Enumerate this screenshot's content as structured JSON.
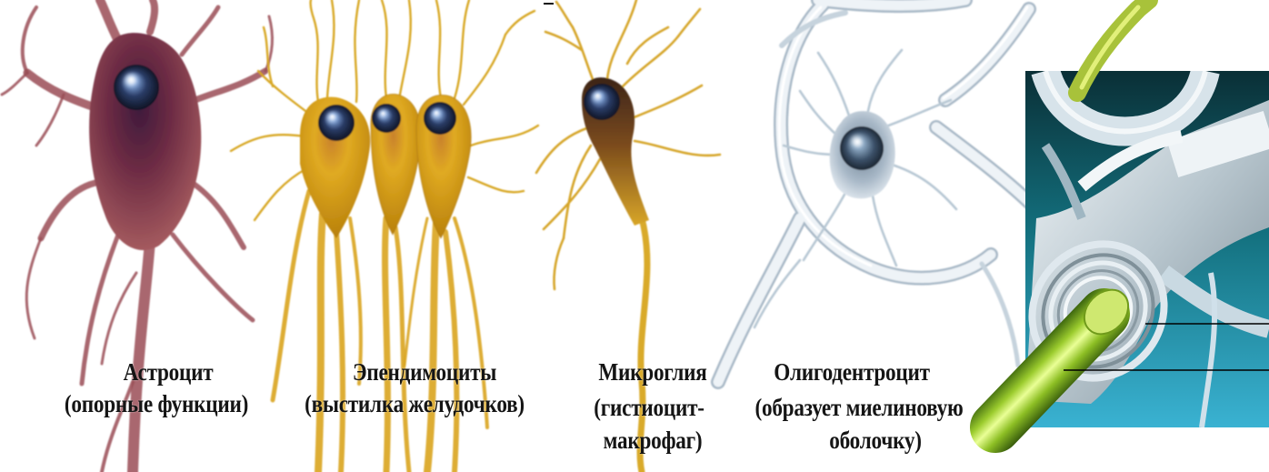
{
  "labels": {
    "astrocyte": {
      "name": "Астроцит",
      "note": "(опорные функции)"
    },
    "ependymocytes": {
      "name": "Эпендимоциты",
      "note": "(выстилка желудочков)"
    },
    "microglia": {
      "name": "Микроглия",
      "note_line1": "(гистиоцит-",
      "note_line2": "макрофаг)"
    },
    "oligodendrocyte": {
      "name": "Олигодентроцит",
      "note_line1": "(образует миелиновую",
      "note_line2": "оболочку)"
    }
  },
  "colors": {
    "background": "#ffffff",
    "label_text": "#151515",
    "astrocyte": "#7a3346",
    "ependymocyte": "#d89a10",
    "microglia": "#8a5a20",
    "oligodendrocyte": "#9fb2c2",
    "axon": "#9ccc2e",
    "panel": "#157a86"
  }
}
